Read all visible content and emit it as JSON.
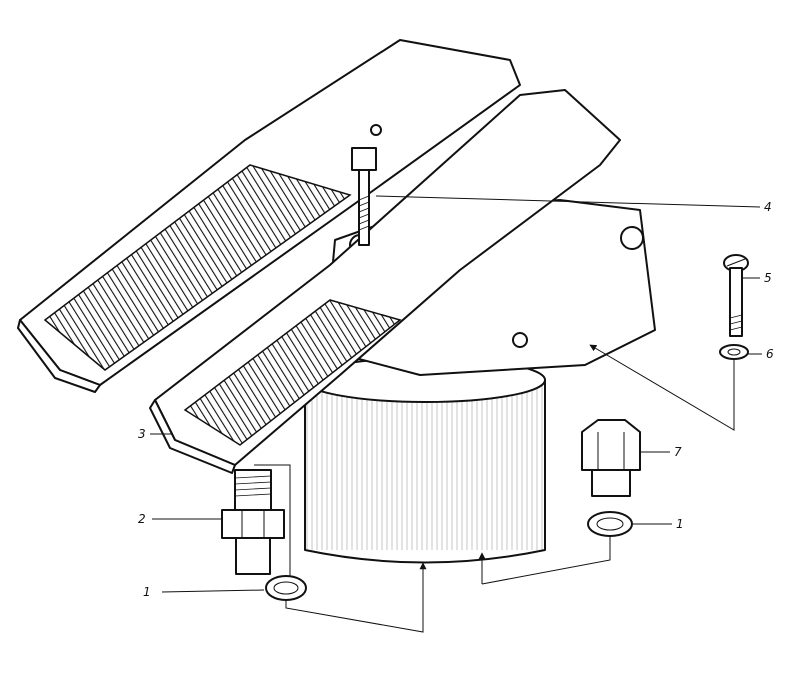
{
  "callouts": [
    {
      "id": "label-1a",
      "text": "1"
    },
    {
      "id": "label-2",
      "text": "2"
    },
    {
      "id": "label-3",
      "text": "3"
    },
    {
      "id": "label-4",
      "text": "4"
    },
    {
      "id": "label-5",
      "text": "5"
    },
    {
      "id": "label-6",
      "text": "6"
    },
    {
      "id": "label-7",
      "text": "7"
    },
    {
      "id": "label-1b",
      "text": "1"
    }
  ]
}
